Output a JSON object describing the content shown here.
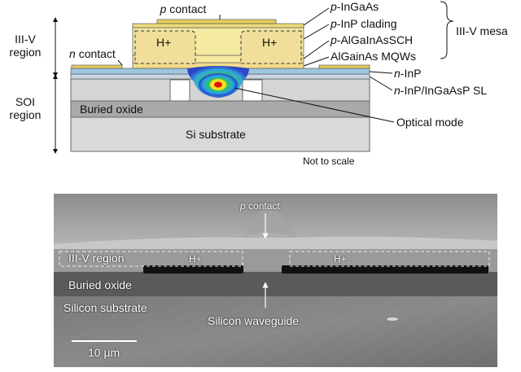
{
  "schematic": {
    "p_contact": "p contact",
    "n_contact": "n contact",
    "iii_v_region": [
      "III-V",
      "region"
    ],
    "soi_region": [
      "SOI",
      "region"
    ],
    "h_plus_left": "H+",
    "h_plus_right": "H+",
    "buried_oxide": "Buried oxide",
    "si_substrate": "Si substrate",
    "not_to_scale": "Not to scale",
    "layers": {
      "p_ingaas": "p-InGaAs",
      "p_inp_clading": "p-InP clading",
      "p_algainassch": "p-AlGaInAsSCH",
      "algainas_mqws": "AlGainAs MQWs",
      "n_inp": "n-InP",
      "n_inp_ingaasp_sl": "n-InP/InGaAsP SL",
      "optical_mode": "Optical mode"
    },
    "mesa_label": "III-V mesa"
  },
  "sem": {
    "p_contact": "p contact",
    "iii_v_region": "III-V region",
    "h_plus_left": "H+",
    "h_plus_right": "H+",
    "buried_oxide": "Buried oxide",
    "silicon_substrate": "Silicon substrate",
    "silicon_waveguide": "Silicon waveguide",
    "scale_bar": "10 µm"
  },
  "colors": {
    "gold": "#e8cd5a",
    "mesa_yellow": "#f3e9a0",
    "n_inp_blue": "#9fc6e0",
    "sl_gray": "#d5d5d5",
    "box_gray": "#a9a9a9",
    "substrate_gray": "#d9d9d9"
  }
}
